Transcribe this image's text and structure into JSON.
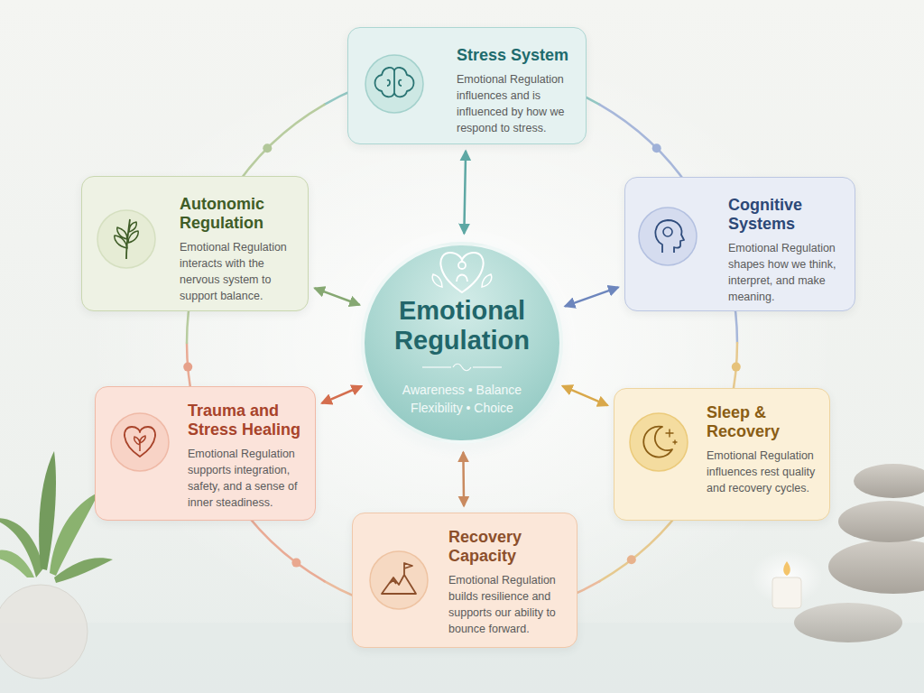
{
  "diagram": {
    "nodes": [
      {
        "text": [
          "Stress System",
          "Emotional Regulation influences and is influenced by how we respond to stress."
        ]
      },
      {
        "text": [
          "Autonomic Regulation",
          "Emotional Regulation interacts with the nervous system to support balance."
        ]
      },
      {
        "text": [
          "Emotional Regulation",
          "Awareness • Balance Flexibility • Choice"
        ]
      },
      {
        "text": [
          "Cognitive Systems",
          "Emotional Regulation shapes how we think, interpret, and make meaning."
        ]
      },
      {
        "text": [
          "Trauma and Stress Healing",
          "Emotional Regulation supports integration, safety, and a sense of inner steadiness."
        ]
      },
      {
        "text": [
          "Sleep & Recovery",
          "Emotional Regulation influences rest quality and recovery cycles."
        ]
      },
      {
        "text": [
          "Recovery Capacity",
          "Emotional Regulation builds resilience and supports our ability to bounce forward."
        ]
      }
    ],
    "edges": [
      {
        "from": 2,
        "to": 0,
        "arrow": "both"
      },
      {
        "from": 2,
        "to": 1,
        "arrow": "both"
      },
      {
        "from": 2,
        "to": 3,
        "arrow": "both"
      },
      {
        "from": 2,
        "to": 4,
        "arrow": "both"
      },
      {
        "from": 2,
        "to": 5,
        "arrow": "both"
      },
      {
        "from": 2,
        "to": 6,
        "arrow": "both"
      }
    ]
  }
}
